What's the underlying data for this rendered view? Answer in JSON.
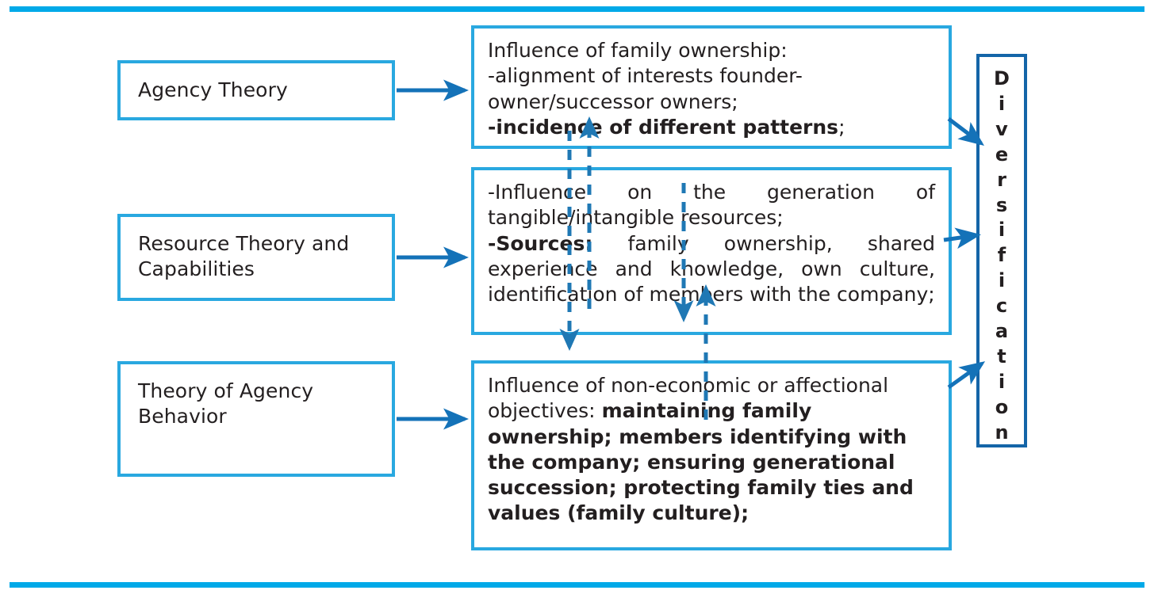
{
  "diagram": {
    "title": "Influence of family ownership theories on diversification",
    "colors": {
      "rule": "#00a9e8",
      "box_border_light": "#29a8e0",
      "box_border_dark": "#1465a8",
      "arrow_solid": "#1472b8",
      "arrow_dashed": "#1f78b4",
      "text": "#231f20"
    },
    "theories": [
      {
        "id": "agency-theory",
        "label": "Agency Theory"
      },
      {
        "id": "resource-theory-and-capabilities",
        "label": "Resource Theory and Capabilities"
      },
      {
        "id": "theory-of-agency-behavior",
        "label": "Theory of Agency Behavior"
      }
    ],
    "descriptions": [
      {
        "id": "influence-of-family-ownership",
        "line_1": "Influence of family ownership:",
        "line_2": "-alignment of interests founder-owner/successor owners;",
        "line_3_bold": "-incidence of different patterns",
        "line_3_tail": ";"
      },
      {
        "id": "influence-on-resource-generation",
        "line_1": "-Influence on the generation of tangible/intangible resources;",
        "line_2_bold": "-Sources:",
        "line_2_tail": " family ownership, shared experience and knowledge, own culture, identification of members with the company;"
      },
      {
        "id": "influence-of-non-economic-objectives",
        "line_1": "Influence of non-economic or affectional objectives: ",
        "line_1_bold": "maintaining family ownership; members identifying with the company; ensuring generational succession; protecting family ties and values (family culture);"
      }
    ],
    "outcome": {
      "id": "diversification",
      "label": "Diversification",
      "letters": [
        "D",
        "i",
        "v",
        "e",
        "r",
        "s",
        "i",
        "f",
        "i",
        "c",
        "a",
        "t",
        "i",
        "o",
        "n"
      ]
    },
    "connectors": {
      "theory_to_description": [
        {
          "from": "agency-theory",
          "to": "influence-of-family-ownership",
          "style": "solid"
        },
        {
          "from": "resource-theory-and-capabilities",
          "to": "influence-on-resource-generation",
          "style": "solid"
        },
        {
          "from": "theory-of-agency-behavior",
          "to": "influence-of-non-economic-objectives",
          "style": "solid"
        }
      ],
      "description_to_outcome": [
        {
          "from": "influence-of-family-ownership",
          "to": "diversification",
          "style": "solid"
        },
        {
          "from": "influence-on-resource-generation",
          "to": "diversification",
          "style": "solid"
        },
        {
          "from": "influence-of-non-economic-objectives",
          "to": "diversification",
          "style": "solid"
        }
      ],
      "cross_links": [
        {
          "from": "influence-on-resource-generation",
          "to": "influence-of-family-ownership",
          "style": "dashed",
          "direction": "up"
        },
        {
          "from": "influence-of-family-ownership",
          "to": "influence-of-non-economic-objectives",
          "style": "dashed",
          "direction": "down"
        },
        {
          "from": "influence-on-resource-generation",
          "to": "influence-of-non-economic-objectives",
          "style": "dashed",
          "direction": "down"
        },
        {
          "from": "influence-of-non-economic-objectives",
          "to": "influence-on-resource-generation",
          "style": "dashed",
          "direction": "up"
        }
      ]
    }
  }
}
